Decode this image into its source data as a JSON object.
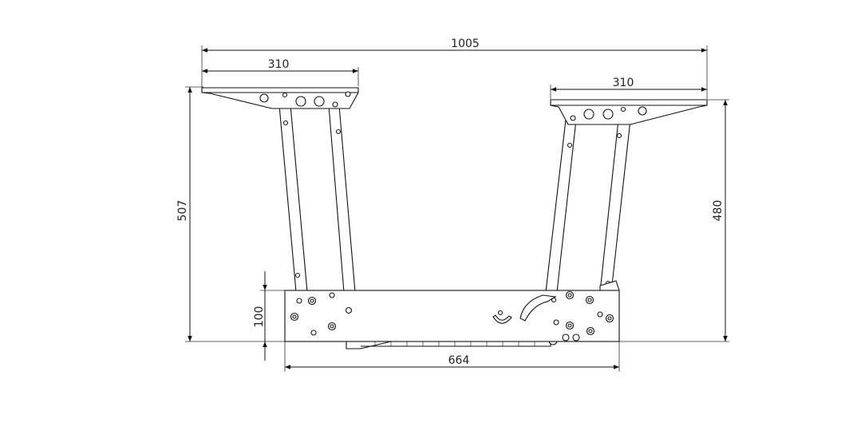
{
  "drawing": {
    "line_color": "#111111",
    "background": "#ffffff"
  },
  "dimensions": {
    "overall_width": "1005",
    "left_plate_width": "310",
    "right_plate_width": "310",
    "left_height": "507",
    "right_height": "480",
    "base_height": "100",
    "base_width": "664"
  }
}
